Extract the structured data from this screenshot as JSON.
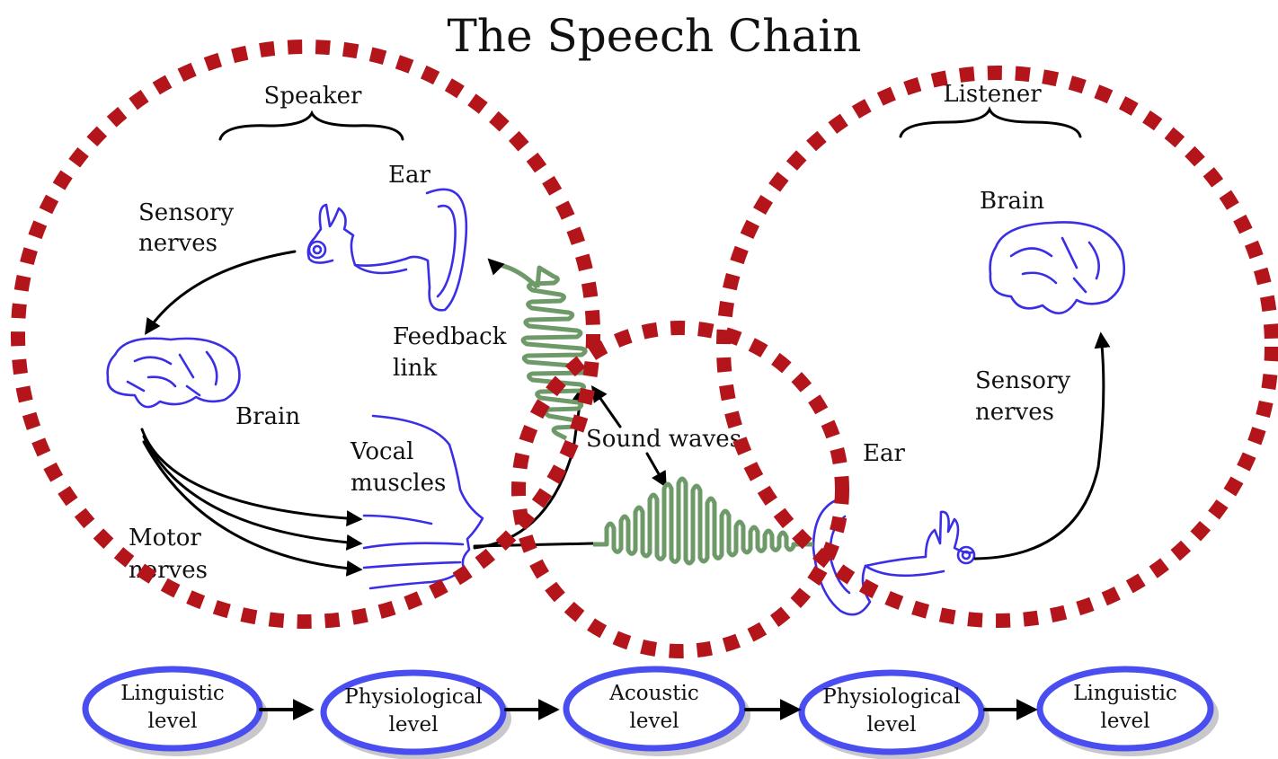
{
  "title": "The Speech Chain",
  "speaker": {
    "heading": "Speaker",
    "ear": "Ear",
    "sensory_nerves": [
      "Sensory",
      "nerves"
    ],
    "brain": "Brain",
    "feedback_link": [
      "Feedback",
      "link"
    ],
    "vocal_muscles": [
      "Vocal",
      "muscles"
    ],
    "motor_nerves": [
      "Motor",
      "nerves"
    ]
  },
  "sound_waves": "Sound waves",
  "listener": {
    "heading": "Listener",
    "brain": "Brain",
    "sensory_nerves": [
      "Sensory",
      "nerves"
    ],
    "ear": "Ear"
  },
  "levels": [
    [
      "Linguistic",
      "level"
    ],
    [
      "Physiological",
      "level"
    ],
    [
      "Acoustic",
      "level"
    ],
    [
      "Physiological",
      "level"
    ],
    [
      "Linguistic",
      "level"
    ]
  ],
  "colors": {
    "dashed_circle": "#b3151b",
    "organ_outline": "#3a2ee6",
    "sound_wave": "#6e9a6a",
    "level_border": "#4a4ef0"
  }
}
